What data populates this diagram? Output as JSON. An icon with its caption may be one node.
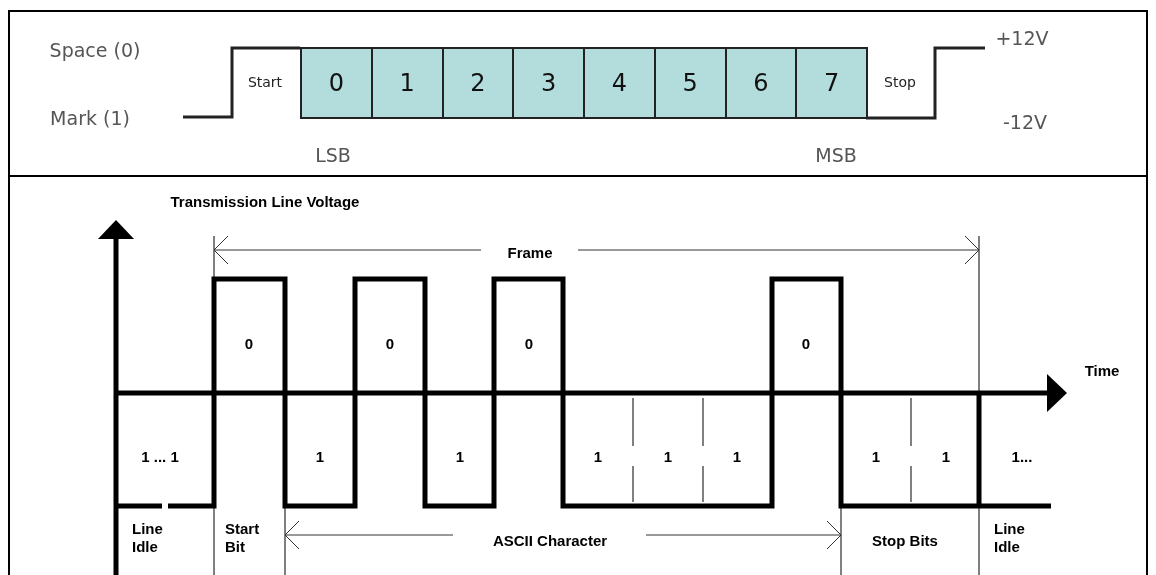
{
  "diagram": {
    "nodes": [
      {
        "text": [
          "0"
        ]
      },
      {
        "text": [
          "1"
        ]
      },
      {
        "text": [
          "2"
        ]
      },
      {
        "text": [
          "3"
        ]
      },
      {
        "text": [
          "4"
        ]
      },
      {
        "text": [
          "5"
        ]
      },
      {
        "text": [
          "6"
        ]
      },
      {
        "text": [
          "7"
        ]
      }
    ],
    "labels": [
      "Space (0)",
      "Mark (1)",
      "Start",
      "Stop",
      "+12V",
      "-12V",
      "LSB",
      "MSB",
      "Transmission Line Voltage",
      "Frame",
      "0",
      "0",
      "0",
      "0",
      "Time",
      "1 ... 1",
      "1",
      "1",
      "1",
      "1",
      "1",
      "1",
      "1",
      "1...",
      "Line Idle",
      "Start Bit",
      "ASCII Character",
      "Stop Bits",
      "Line Idle"
    ]
  }
}
